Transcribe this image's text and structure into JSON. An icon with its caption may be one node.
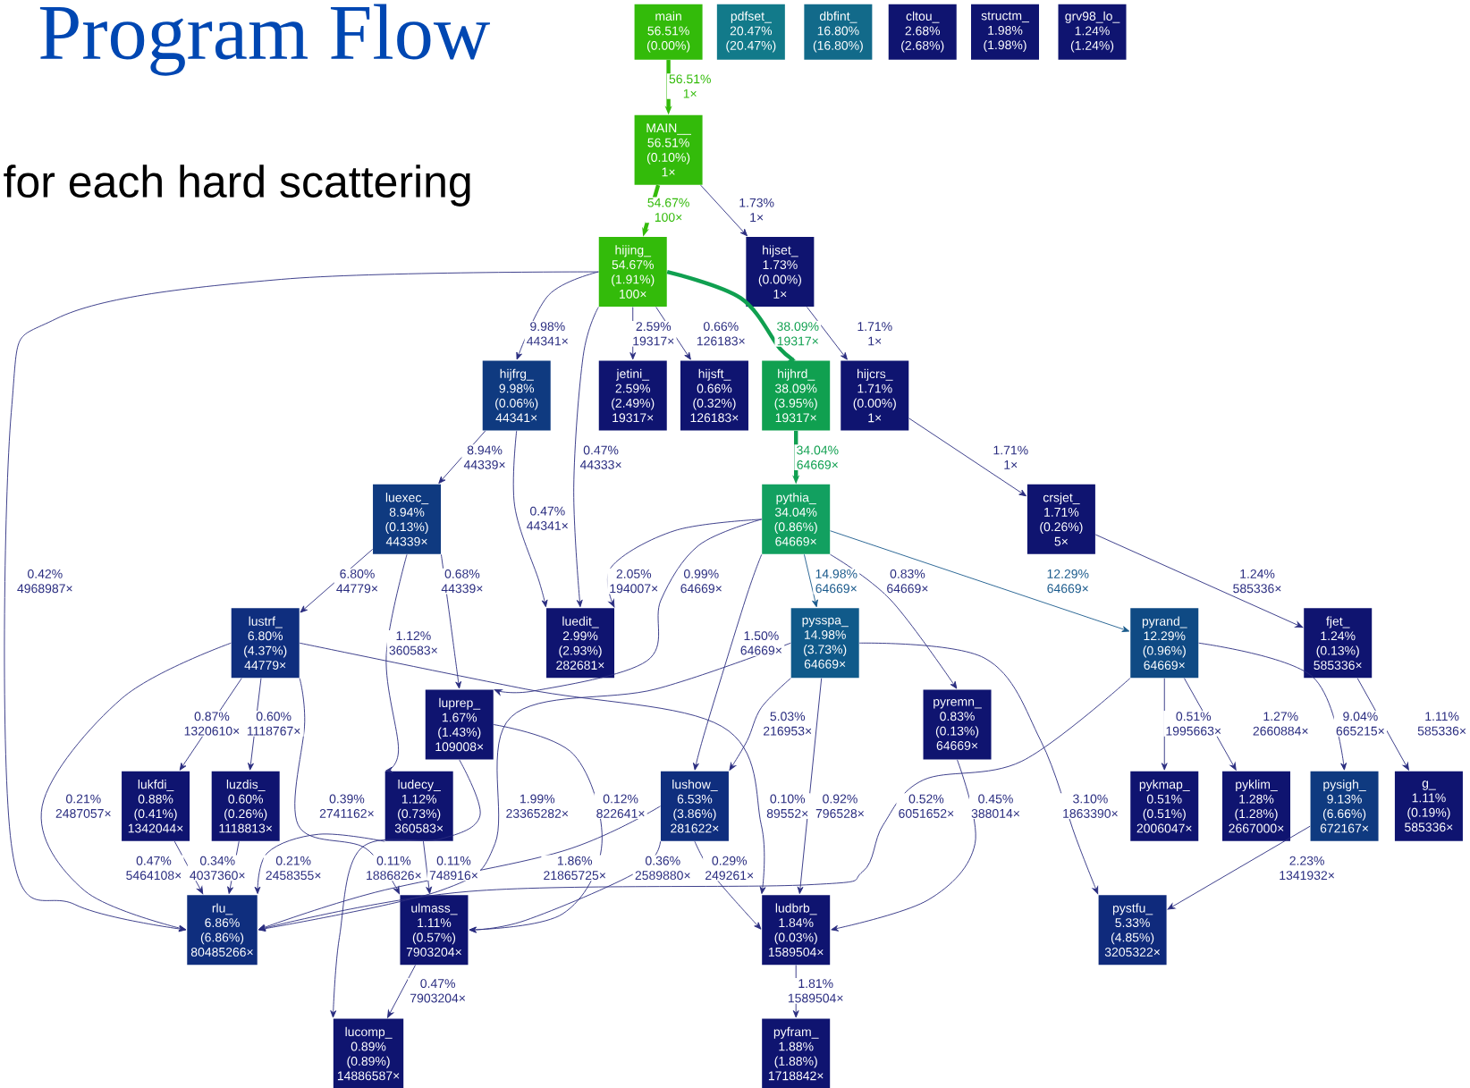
{
  "diagram": {
    "title": "Program Flow",
    "nodes": [
      {
        "text": [
          "main",
          "56.51%",
          "(0.00%)"
        ]
      },
      {
        "text": [
          "pdfset_",
          "20.47%",
          "(20.47%)"
        ]
      },
      {
        "text": [
          "dbfint_",
          "16.80%",
          "(16.80%)"
        ]
      },
      {
        "text": [
          "cltou_",
          "2.68%",
          "(2.68%)"
        ]
      },
      {
        "text": [
          "structm_",
          "1.98%",
          "(1.98%)"
        ]
      },
      {
        "text": [
          "grv98_lo_",
          "1.24%",
          "(1.24%)"
        ]
      },
      {
        "text": [
          "MAIN__",
          "56.51%",
          "(0.10%)",
          "1×"
        ]
      },
      {
        "text": [
          "hijing_",
          "54.67%",
          "(1.91%)",
          "100×"
        ]
      },
      {
        "text": [
          "hijset_",
          "1.73%",
          "(0.00%)",
          "1×"
        ]
      },
      {
        "text": [
          "hijfrg_",
          "9.98%",
          "(0.06%)",
          "44341×"
        ]
      },
      {
        "text": [
          "jetini_",
          "2.59%",
          "(2.49%)",
          "19317×"
        ]
      },
      {
        "text": [
          "hijsft_",
          "0.66%",
          "(0.32%)",
          "126183×"
        ]
      },
      {
        "text": [
          "hijhrd_",
          "38.09%",
          "(3.95%)",
          "19317×"
        ]
      },
      {
        "text": [
          "hijcrs_",
          "1.71%",
          "(0.00%)",
          "1×"
        ]
      },
      {
        "text": [
          "luexec_",
          "8.94%",
          "(0.13%)",
          "44339×"
        ]
      },
      {
        "text": [
          "pythia_",
          "34.04%",
          "(0.86%)",
          "64669×"
        ]
      },
      {
        "text": [
          "crsjet_",
          "1.71%",
          "(0.26%)",
          "5×"
        ]
      },
      {
        "text": [
          "lustrf_",
          "6.80%",
          "(4.37%)",
          "44779×"
        ]
      },
      {
        "text": [
          "luedit_",
          "2.99%",
          "(2.93%)",
          "282681×"
        ]
      },
      {
        "text": [
          "pysspa_",
          "14.98%",
          "(3.73%)",
          "64669×"
        ]
      },
      {
        "text": [
          "pyrand_",
          "12.29%",
          "(0.96%)",
          "64669×"
        ]
      },
      {
        "text": [
          "fjet_",
          "1.24%",
          "(0.13%)",
          "585336×"
        ]
      },
      {
        "text": [
          "luprep_",
          "1.67%",
          "(1.43%)",
          "109008×"
        ]
      },
      {
        "text": [
          "pyremn_",
          "0.83%",
          "(0.13%)",
          "64669×"
        ]
      },
      {
        "text": [
          "lukfdi_",
          "0.88%",
          "(0.41%)",
          "1342044×"
        ]
      },
      {
        "text": [
          "luzdis_",
          "0.60%",
          "(0.26%)",
          "1118813×"
        ]
      },
      {
        "text": [
          "ludecy_",
          "1.12%",
          "(0.73%)",
          "360583×"
        ]
      },
      {
        "text": [
          "lushow_",
          "6.53%",
          "(3.86%)",
          "281622×"
        ]
      },
      {
        "text": [
          "pykmap_",
          "0.51%",
          "(0.51%)",
          "2006047×"
        ]
      },
      {
        "text": [
          "pyklim_",
          "1.28%",
          "(1.28%)",
          "2667000×"
        ]
      },
      {
        "text": [
          "pysigh_",
          "9.13%",
          "(6.66%)",
          "672167×"
        ]
      },
      {
        "text": [
          "g_",
          "1.11%",
          "(0.19%)",
          "585336×"
        ]
      },
      {
        "text": [
          "rlu_",
          "6.86%",
          "(6.86%)",
          "80485266×"
        ]
      },
      {
        "text": [
          "ulmass_",
          "1.11%",
          "(0.57%)",
          "7903204×"
        ]
      },
      {
        "text": [
          "ludbrb_",
          "1.84%",
          "(0.03%)",
          "1589504×"
        ]
      },
      {
        "text": [
          "pystfu_",
          "5.33%",
          "(4.85%)",
          "3205322×"
        ]
      },
      {
        "text": [
          "lucomp_",
          "0.89%",
          "(0.89%)",
          "14886587×"
        ]
      },
      {
        "text": [
          "pyfram_",
          "1.88%",
          "(1.88%)",
          "1718842×"
        ]
      }
    ],
    "edges": [
      {
        "from": 0,
        "to": 6,
        "arrow": "to",
        "label": "56.51% 1×",
        "style": "thick",
        "color": "#33bb0a"
      },
      {
        "from": 6,
        "to": 7,
        "arrow": "to",
        "label": "54.67% 100×",
        "style": "thick",
        "color": "#33bb0a"
      },
      {
        "from": 6,
        "to": 8,
        "arrow": "to",
        "label": "1.73% 1×"
      },
      {
        "from": 7,
        "to": 9,
        "arrow": "to",
        "label": "9.98% 44341×"
      },
      {
        "from": 7,
        "to": 10,
        "arrow": "to",
        "label": "2.59% 19317×"
      },
      {
        "from": 7,
        "to": 11,
        "arrow": "to",
        "label": "0.66% 126183×"
      },
      {
        "from": 7,
        "to": 12,
        "arrow": "to",
        "label": "38.09% 19317×",
        "style": "thick",
        "color": "#10a050"
      },
      {
        "from": 7,
        "to": 18,
        "arrow": "to",
        "label": "0.47% 44333×"
      },
      {
        "from": 7,
        "to": 32,
        "arrow": "to",
        "label": "0.42% 4968987×"
      },
      {
        "from": 8,
        "to": 13,
        "arrow": "to",
        "label": "1.71% 1×"
      },
      {
        "from": 9,
        "to": 14,
        "arrow": "to",
        "label": "8.94% 44339×"
      },
      {
        "from": 9,
        "to": 18,
        "arrow": "to",
        "label": "0.47% 44341×"
      },
      {
        "from": 12,
        "to": 15,
        "arrow": "to",
        "label": "34.04% 64669×",
        "style": "thick",
        "color": "#10a050"
      },
      {
        "from": 13,
        "to": 16,
        "arrow": "to",
        "label": "1.71% 1×"
      },
      {
        "from": 14,
        "to": 17,
        "arrow": "to",
        "label": "6.80% 44779×"
      },
      {
        "from": 14,
        "to": 22,
        "arrow": "to",
        "label": "0.68% 44339×"
      },
      {
        "from": 14,
        "to": 26,
        "arrow": "to",
        "label": "1.12% 360583×"
      },
      {
        "from": 15,
        "to": 18,
        "arrow": "to",
        "label": "2.05% 194007×"
      },
      {
        "from": 15,
        "to": 22,
        "arrow": "to",
        "label": "0.99% 64669×"
      },
      {
        "from": 15,
        "to": 19,
        "arrow": "to",
        "label": "14.98% 64669×",
        "color": "#1a5a8c"
      },
      {
        "from": 15,
        "to": 23,
        "arrow": "to",
        "label": "0.83% 64669×"
      },
      {
        "from": 15,
        "to": 20,
        "arrow": "to",
        "label": "12.29% 64669×",
        "color": "#1a5a8c"
      },
      {
        "from": 15,
        "to": 27,
        "arrow": "to",
        "label": "1.50% 64669×"
      },
      {
        "from": 16,
        "to": 21,
        "arrow": "to",
        "label": "1.24% 585336×"
      },
      {
        "from": 17,
        "to": 24,
        "arrow": "to",
        "label": "0.87% 1320610×"
      },
      {
        "from": 17,
        "to": 25,
        "arrow": "to",
        "label": "0.60% 1118767×"
      },
      {
        "from": 17,
        "to": 32,
        "arrow": "to",
        "label": "0.21% 2487057×"
      },
      {
        "from": 17,
        "to": 33,
        "arrow": "to",
        "label": "0.39% 2741162×"
      },
      {
        "from": 17,
        "to": 34,
        "arrow": "to",
        "label": "0.10% 89552×"
      },
      {
        "from": 19,
        "to": 27,
        "arrow": "to",
        "label": "5.03% 216953×"
      },
      {
        "from": 19,
        "to": 34,
        "arrow": "to",
        "label": "0.92% 796528×"
      },
      {
        "from": 19,
        "to": 35,
        "arrow": "to",
        "label": "3.10% 1863390×"
      },
      {
        "from": 19,
        "to": 32,
        "arrow": "to",
        "label": "1.99% 23365282×"
      },
      {
        "from": 22,
        "to": 33,
        "arrow": "to",
        "label": "0.12% 822641×"
      },
      {
        "from": 22,
        "to": 36,
        "arrow": "to",
        "label": "0.11% 1886826×"
      },
      {
        "from": 26,
        "to": 32,
        "arrow": "to",
        "label": "0.21% 2458355×"
      },
      {
        "from": 26,
        "to": 33,
        "arrow": "to",
        "label": "0.11% 748916×"
      },
      {
        "from": 24,
        "to": 32,
        "arrow": "to",
        "label": "0.47% 5464108×"
      },
      {
        "from": 25,
        "to": 32,
        "arrow": "to",
        "label": "0.34% 4037360×"
      },
      {
        "from": 27,
        "to": 32,
        "arrow": "to",
        "label": "1.86% 21865725×"
      },
      {
        "from": 27,
        "to": 33,
        "arrow": "to",
        "label": "0.36% 2589880×"
      },
      {
        "from": 27,
        "to": 34,
        "arrow": "to",
        "label": "0.29% 249261×"
      },
      {
        "from": 20,
        "to": 32,
        "arrow": "to",
        "label": "0.52% 6051652×"
      },
      {
        "from": 23,
        "to": 34,
        "arrow": "to",
        "label": "0.45% 388014×"
      },
      {
        "from": 20,
        "to": 28,
        "arrow": "to",
        "label": "0.51% 1995663×"
      },
      {
        "from": 20,
        "to": 29,
        "arrow": "to",
        "label": "1.27% 2660884×"
      },
      {
        "from": 20,
        "to": 30,
        "arrow": "to",
        "label": "9.04% 665215×"
      },
      {
        "from": 21,
        "to": 31,
        "arrow": "to",
        "label": "1.11% 585336×"
      },
      {
        "from": 30,
        "to": 35,
        "arrow": "to",
        "label": "2.23% 1341932×"
      },
      {
        "from": 33,
        "to": 36,
        "arrow": "to",
        "label": "0.47% 7903204×"
      },
      {
        "from": 34,
        "to": 37,
        "arrow": "to",
        "label": "1.81% 1589504×"
      }
    ],
    "labels": [
      "for each hard scattering"
    ]
  }
}
